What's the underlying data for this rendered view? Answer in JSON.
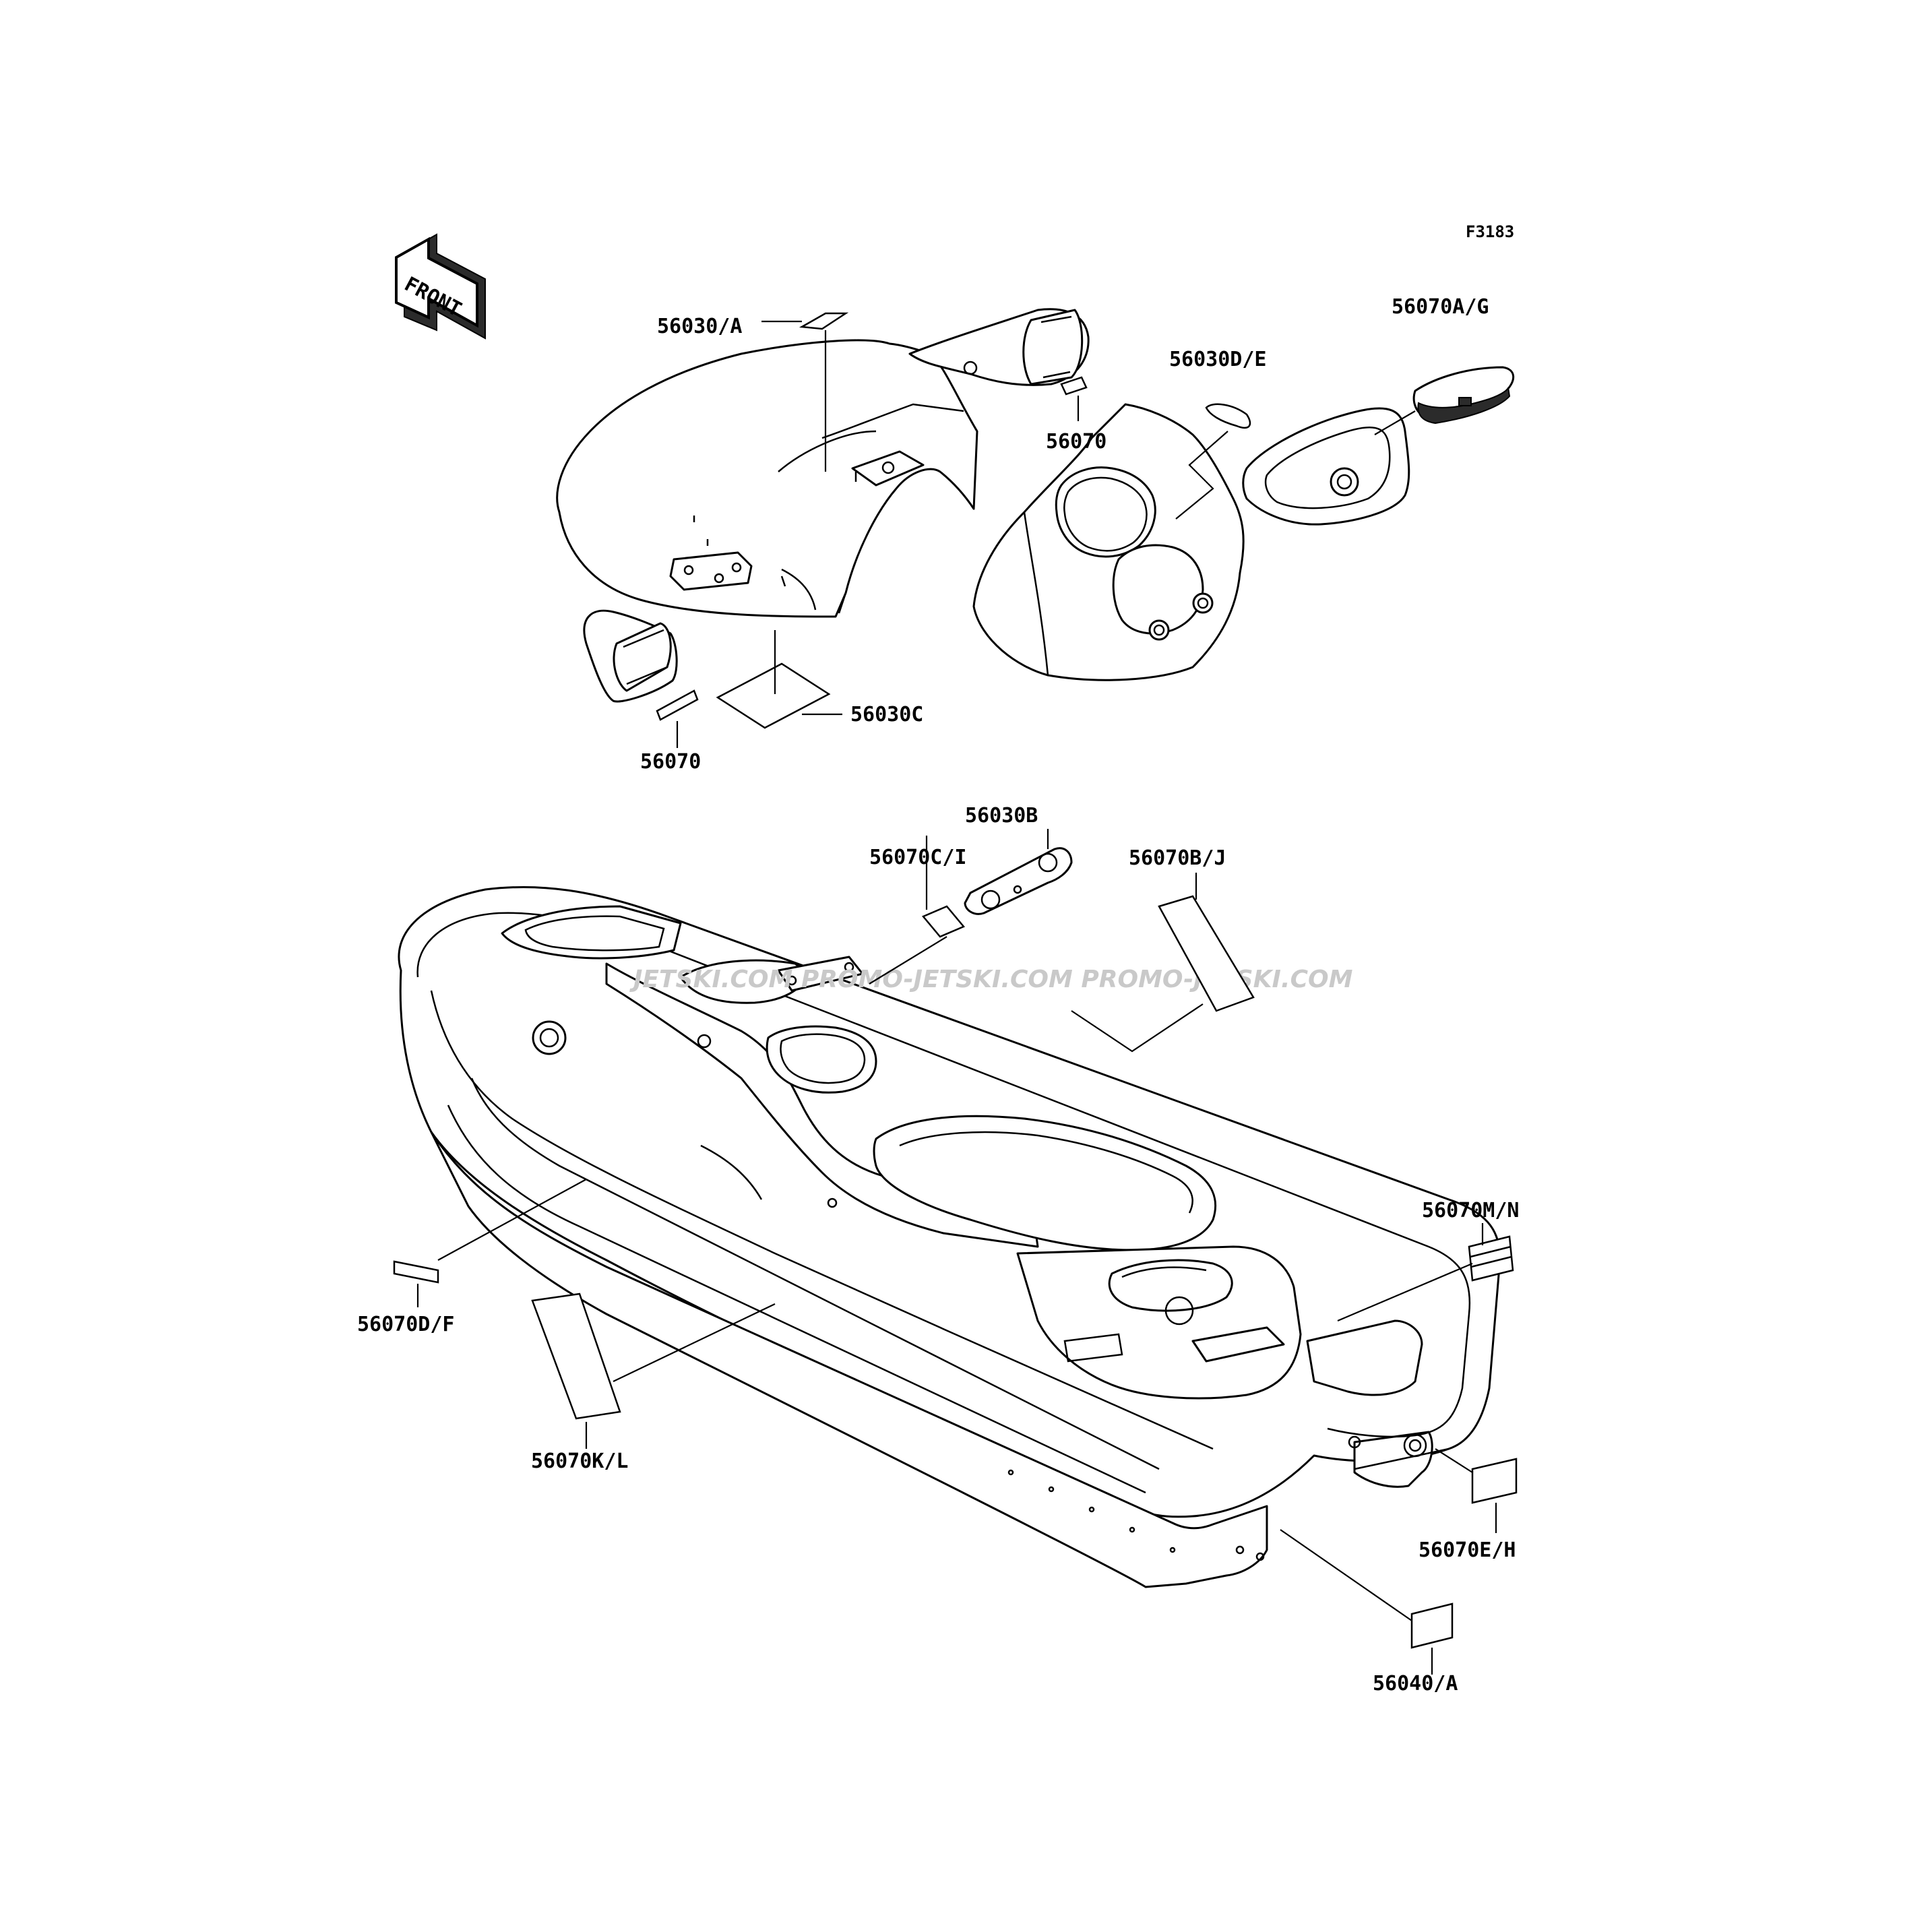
{
  "figure_code": "F3183",
  "front_marker": "FRONT",
  "watermark": "JETSKI.COM PROMO-JETSKI.COM PROMO-JETSKI.COM",
  "labels": {
    "p56030_A": "56030/A",
    "p56070_top": "56070",
    "p56030D_E": "56030D/E",
    "p56070A_G": "56070A/G",
    "p56070_left": "56070",
    "p56030C": "56030C",
    "p56030B": "56030B",
    "p56070C_I": "56070C/I",
    "p56070B_J": "56070B/J",
    "p56070M_N": "56070M/N",
    "p56070D_F": "56070D/F",
    "p56070K_L": "56070K/L",
    "p56070E_H": "56070E/H",
    "p56040_A": "56040/A"
  }
}
